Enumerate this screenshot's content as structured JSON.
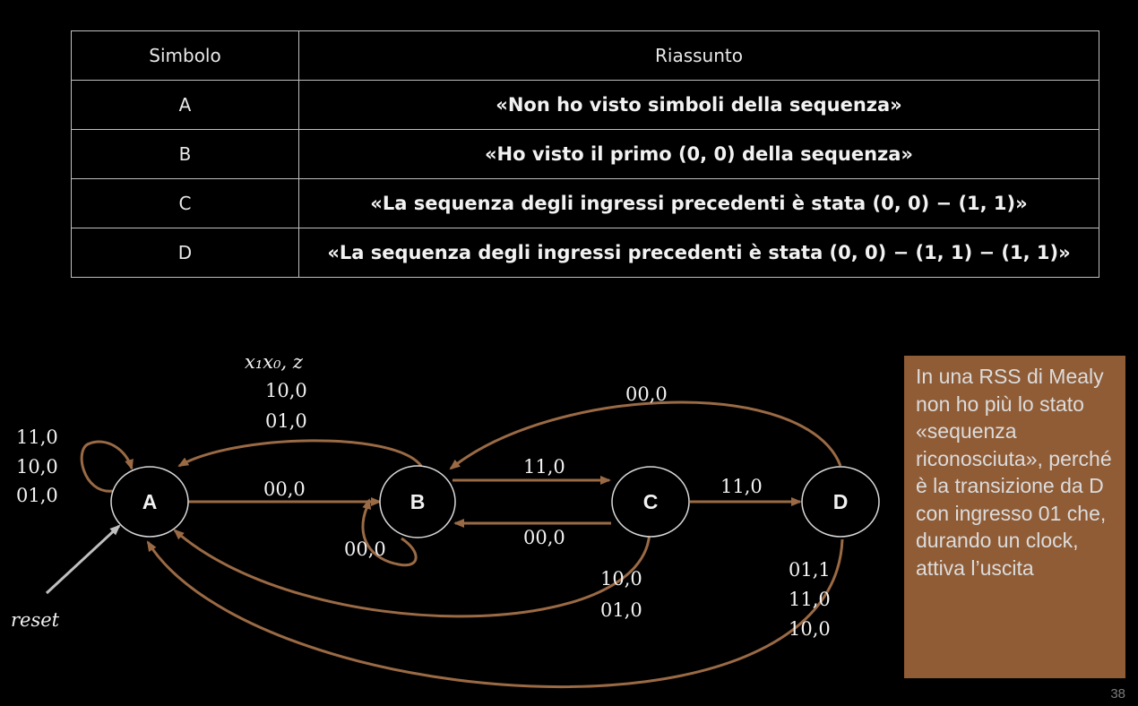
{
  "table": {
    "headers": [
      "Simbolo",
      "Riassunto"
    ],
    "rows": [
      {
        "symbol": "A",
        "summary": "«Non ho visto simboli della sequenza»"
      },
      {
        "symbol": "B",
        "summary": "«Ho visto il primo (0, 0) della sequenza»"
      },
      {
        "symbol": "C",
        "summary": "«La sequenza degli ingressi precedenti è stata (0, 0) − (1, 1)»"
      },
      {
        "symbol": "D",
        "summary": "«La sequenza degli ingressi precedenti è stata (0, 0) − (1, 1) − (1, 1)»"
      }
    ]
  },
  "diagram": {
    "legend": "x₁x₀, z",
    "reset_label": "reset",
    "states": [
      "A",
      "B",
      "C",
      "D"
    ],
    "transitions": [
      {
        "from": "A",
        "to": "A",
        "label": [
          "11,0",
          "10,0",
          "01,0"
        ]
      },
      {
        "from": "A",
        "to": "B",
        "label": [
          "00,0"
        ]
      },
      {
        "from": "B",
        "to": "A",
        "label": [
          "10,0",
          "01,0"
        ]
      },
      {
        "from": "B",
        "to": "B",
        "label": [
          "00,0"
        ]
      },
      {
        "from": "B",
        "to": "C",
        "label": [
          "11,0"
        ]
      },
      {
        "from": "C",
        "to": "B",
        "label": [
          "00,0"
        ]
      },
      {
        "from": "C",
        "to": "D",
        "label": [
          "11,0"
        ]
      },
      {
        "from": "C",
        "to": "A",
        "label": [
          "10,0",
          "01,0"
        ]
      },
      {
        "from": "D",
        "to": "B",
        "label": [
          "00,0"
        ]
      },
      {
        "from": "D",
        "to": "A",
        "label": [
          "01,1",
          "11,0",
          "10,0"
        ]
      }
    ]
  },
  "note": "In una RSS di Mealy non ho più lo stato «sequenza riconosciuta», perché è la transizione da D con ingresso 01 che, durando un clock, attiva l’uscita",
  "page_number": "38",
  "colors": {
    "background": "#000000",
    "arrow": "#9a6a45",
    "note_background": "#8f5c36",
    "state_stroke": "#d9d9d9"
  }
}
